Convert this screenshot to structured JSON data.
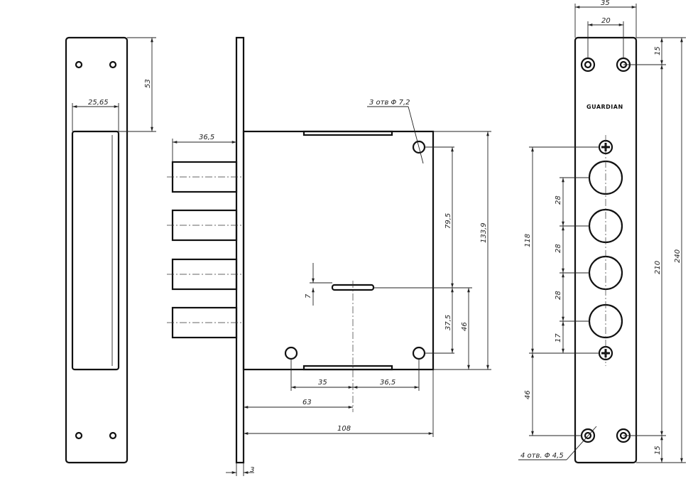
{
  "drawing": {
    "logo_text": "GUARDIAN",
    "left_view": {
      "dims": {
        "height_53": "53",
        "width_25_65": "25,65"
      }
    },
    "side_view": {
      "dims": {
        "bolt_throw": "36,5",
        "hole_note": "3 отв Φ 7,2",
        "d_79_5": "79,5",
        "d_133_9": "133,9",
        "d_7": "7",
        "d_37_5": "37,5",
        "d_46": "46",
        "d_35": "35",
        "d_36_5": "36,5",
        "d_63": "63",
        "d_108": "108",
        "d_3": "3"
      }
    },
    "front_view": {
      "dims": {
        "width_35": "35",
        "hole_spacing_20": "20",
        "top_15": "15",
        "d_210": "210",
        "d_240": "240",
        "bottom_15": "15",
        "d_118": "118",
        "pitch_1": "28",
        "pitch_2": "28",
        "pitch_3": "28",
        "d_17": "17",
        "d_46": "46",
        "hole_note": "4 отв. Φ 4,5"
      }
    }
  }
}
